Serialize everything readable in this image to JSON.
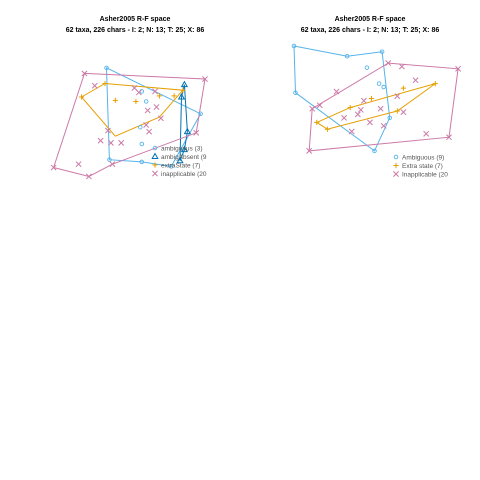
{
  "colors": {
    "Ambiguous": "#56B4E9",
    "ambigAbsent": "#0072B2",
    "Extra state": "#E69F00",
    "Inapplicable": "#CC79A7",
    "title": "#000000"
  },
  "chart_data": [
    {
      "type": "scatter",
      "title": "Asher2005 R-F space",
      "subtitle": "62 taxa, 226 chars - I: 2; N: 13; T: 25; X: 86",
      "xlabel": "",
      "ylabel": "",
      "axes": "none",
      "xlim": [
        0,
        1
      ],
      "ylim": [
        0,
        1
      ],
      "legend_position": "bottom-right",
      "legend": [
        "ambiguous (3)",
        "ambigAbsent (9",
        "extraState (7)",
        "inapplicable (20"
      ],
      "series": [
        {
          "name": "ambiguous (3)",
          "color": "#56B4E9",
          "marker": "o",
          "points": [
            [
              0.33,
              0.93
            ],
            [
              0.97,
              0.52
            ],
            [
              0.57,
              0.25
            ],
            [
              0.57,
              0.09
            ],
            [
              0.77,
              0.05
            ],
            [
              0.35,
              0.11
            ],
            [
              0.57,
              0.72
            ],
            [
              0.6,
              0.63
            ],
            [
              0.56,
              0.4
            ]
          ],
          "hull": [
            [
              0.33,
              0.93
            ],
            [
              0.97,
              0.52
            ],
            [
              0.77,
              0.05
            ],
            [
              0.57,
              0.09
            ],
            [
              0.35,
              0.11
            ]
          ]
        },
        {
          "name": "ambigAbsent (9",
          "color": "#0072B2",
          "marker": "triangle",
          "points": [
            [
              0.86,
              0.78
            ],
            [
              0.84,
              0.67
            ],
            [
              0.88,
              0.36
            ],
            [
              0.86,
              0.2
            ],
            [
              0.83,
              0.1
            ]
          ],
          "hull": [
            [
              0.86,
              0.78
            ],
            [
              0.88,
              0.36
            ],
            [
              0.86,
              0.2
            ],
            [
              0.83,
              0.1
            ],
            [
              0.84,
              0.67
            ]
          ]
        },
        {
          "name": "extraState (7)",
          "color": "#E69F00",
          "marker": "+",
          "points": [
            [
              0.16,
              0.67
            ],
            [
              0.32,
              0.79
            ],
            [
              0.85,
              0.73
            ],
            [
              0.69,
              0.68
            ],
            [
              0.39,
              0.64
            ],
            [
              0.53,
              0.63
            ],
            [
              0.79,
              0.68
            ]
          ],
          "hull": [
            [
              0.16,
              0.67
            ],
            [
              0.32,
              0.79
            ],
            [
              0.85,
              0.73
            ],
            [
              0.69,
              0.49
            ],
            [
              0.39,
              0.32
            ]
          ]
        },
        {
          "name": "inapplicable (20",
          "color": "#CC79A7",
          "marker": "x",
          "points": [
            [
              0.18,
              0.88
            ],
            [
              1.0,
              0.83
            ],
            [
              0.94,
              0.35
            ],
            [
              0.37,
              0.07
            ],
            [
              -0.03,
              0.04
            ],
            [
              0.21,
              -0.04
            ],
            [
              0.25,
              0.77
            ],
            [
              0.52,
              0.75
            ],
            [
              0.55,
              0.71
            ],
            [
              0.66,
              0.72
            ],
            [
              0.67,
              0.58
            ],
            [
              0.7,
              0.48
            ],
            [
              0.6,
              0.42
            ],
            [
              0.62,
              0.36
            ],
            [
              0.34,
              0.37
            ],
            [
              0.29,
              0.28
            ],
            [
              0.36,
              0.26
            ],
            [
              0.43,
              0.26
            ],
            [
              0.14,
              0.07
            ],
            [
              0.61,
              0.55
            ]
          ],
          "hull": [
            [
              0.18,
              0.88
            ],
            [
              1.0,
              0.83
            ],
            [
              0.94,
              0.35
            ],
            [
              0.37,
              0.07
            ],
            [
              0.21,
              -0.04
            ],
            [
              -0.03,
              0.04
            ]
          ]
        }
      ]
    },
    {
      "type": "scatter",
      "title": "Asher2005 R-F space",
      "subtitle": "62 taxa, 226 chars - I: 2; N: 13; T: 25; X: 86",
      "xlabel": "",
      "ylabel": "",
      "axes": "none",
      "xlim": [
        0,
        1
      ],
      "ylim": [
        0,
        1
      ],
      "legend_position": "bottom-right",
      "legend": [
        "Ambiguous (9)",
        "Extra state (7)",
        "Inapplicable (20"
      ],
      "series": [
        {
          "name": "Ambiguous (9)",
          "color": "#56B4E9",
          "marker": "o",
          "points": [
            [
              -0.02,
              1.0
            ],
            [
              0.33,
              0.91
            ],
            [
              0.56,
              0.95
            ],
            [
              0.61,
              0.37
            ],
            [
              0.51,
              0.08
            ],
            [
              -0.01,
              0.59
            ],
            [
              0.46,
              0.81
            ],
            [
              0.54,
              0.67
            ],
            [
              0.57,
              0.64
            ]
          ],
          "hull": [
            [
              -0.02,
              1.0
            ],
            [
              0.33,
              0.91
            ],
            [
              0.56,
              0.95
            ],
            [
              0.61,
              0.37
            ],
            [
              0.51,
              0.08
            ],
            [
              -0.01,
              0.59
            ]
          ]
        },
        {
          "name": "Extra state (7)",
          "color": "#E69F00",
          "marker": "+",
          "points": [
            [
              0.91,
              0.67
            ],
            [
              0.2,
              0.27
            ],
            [
              0.66,
              0.43
            ],
            [
              0.35,
              0.46
            ],
            [
              0.49,
              0.54
            ],
            [
              0.7,
              0.63
            ],
            [
              0.13,
              0.33
            ]
          ],
          "hull": [
            [
              0.91,
              0.67
            ],
            [
              0.66,
              0.43
            ],
            [
              0.2,
              0.27
            ],
            [
              0.13,
              0.33
            ],
            [
              0.35,
              0.46
            ]
          ]
        },
        {
          "name": "Inapplicable (20",
          "color": "#CC79A7",
          "marker": "x",
          "points": [
            [
              0.6,
              0.85
            ],
            [
              1.06,
              0.8
            ],
            [
              1.0,
              0.2
            ],
            [
              0.08,
              0.08
            ],
            [
              0.1,
              0.45
            ],
            [
              0.4,
              0.4
            ],
            [
              0.55,
              0.45
            ],
            [
              0.48,
              0.33
            ],
            [
              0.36,
              0.25
            ],
            [
              0.7,
              0.42
            ],
            [
              0.66,
              0.56
            ],
            [
              0.85,
              0.23
            ],
            [
              0.15,
              0.48
            ],
            [
              0.31,
              0.37
            ],
            [
              0.44,
              0.52
            ],
            [
              0.57,
              0.3
            ],
            [
              0.26,
              0.6
            ],
            [
              0.78,
              0.7
            ],
            [
              0.69,
              0.82
            ],
            [
              0.42,
              0.44
            ]
          ],
          "hull": [
            [
              0.6,
              0.85
            ],
            [
              1.06,
              0.8
            ],
            [
              1.0,
              0.2
            ],
            [
              0.08,
              0.08
            ],
            [
              0.1,
              0.45
            ]
          ]
        }
      ]
    }
  ]
}
